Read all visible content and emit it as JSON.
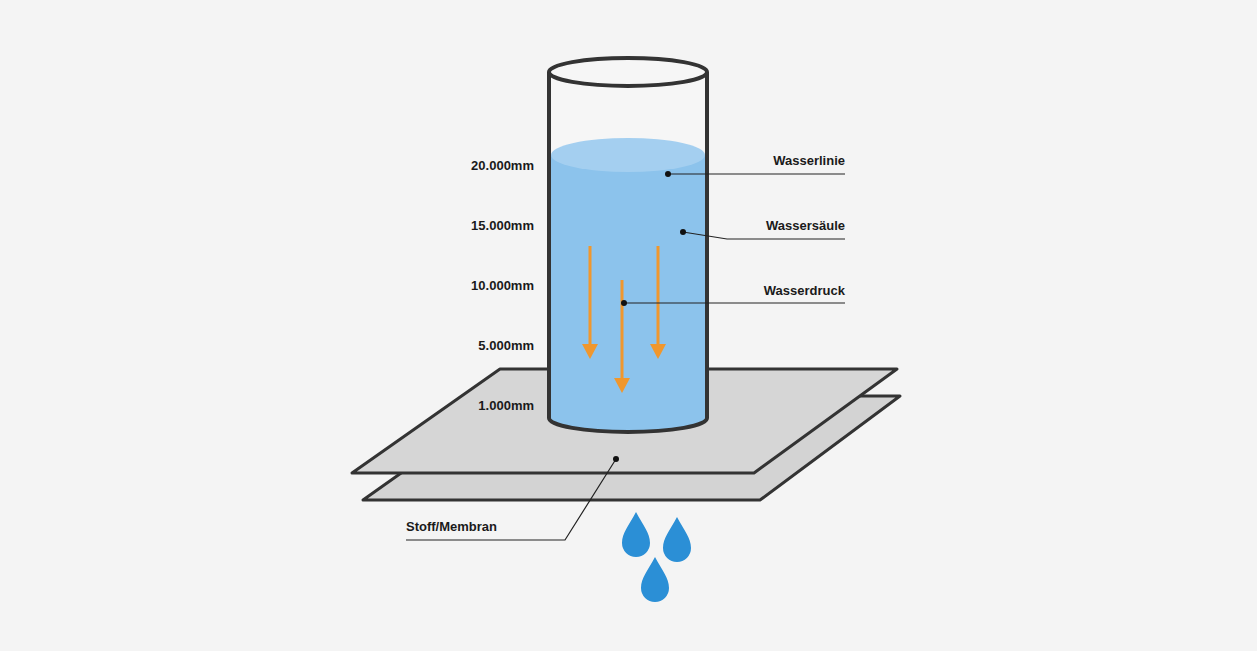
{
  "diagram": {
    "labels": [
      "20.000mm",
      "15.000mm",
      "10.000mm",
      "5.000mm",
      "1.000mm",
      "Wasserlinie",
      "Wassersäule",
      "Wasserdruck",
      "Stoff/Membran"
    ]
  }
}
